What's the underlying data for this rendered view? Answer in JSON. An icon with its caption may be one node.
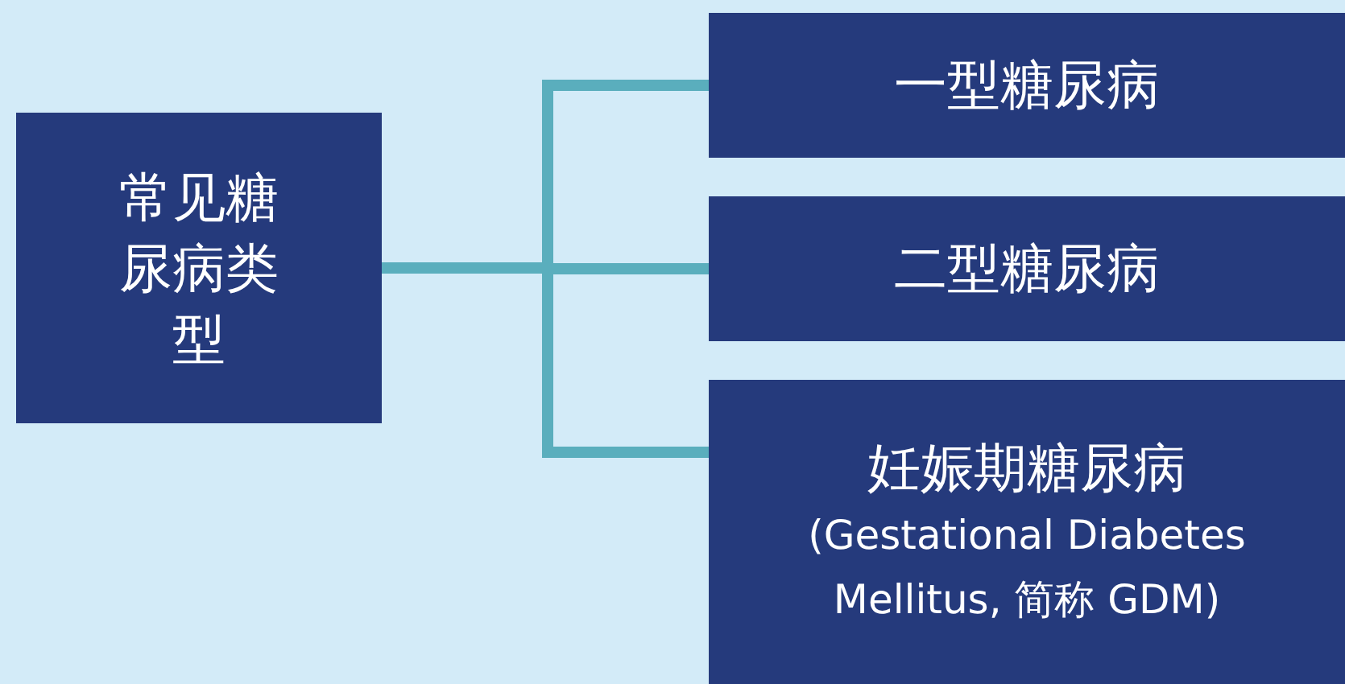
{
  "diagram": {
    "nodes": [
      {
        "text": [
          "常见糖尿病类型"
        ]
      },
      {
        "text": [
          "一型糖尿病"
        ]
      },
      {
        "text": [
          "二型糖尿病"
        ]
      },
      {
        "text": [
          "妊娠期糖尿病",
          "(Gestational Diabetes Mellitus, 简称 GDM)"
        ]
      }
    ],
    "edges": [
      {
        "from": 0,
        "to": 1,
        "arrow": "none"
      },
      {
        "from": 0,
        "to": 2,
        "arrow": "none"
      },
      {
        "from": 0,
        "to": 3,
        "arrow": "none"
      }
    ]
  }
}
